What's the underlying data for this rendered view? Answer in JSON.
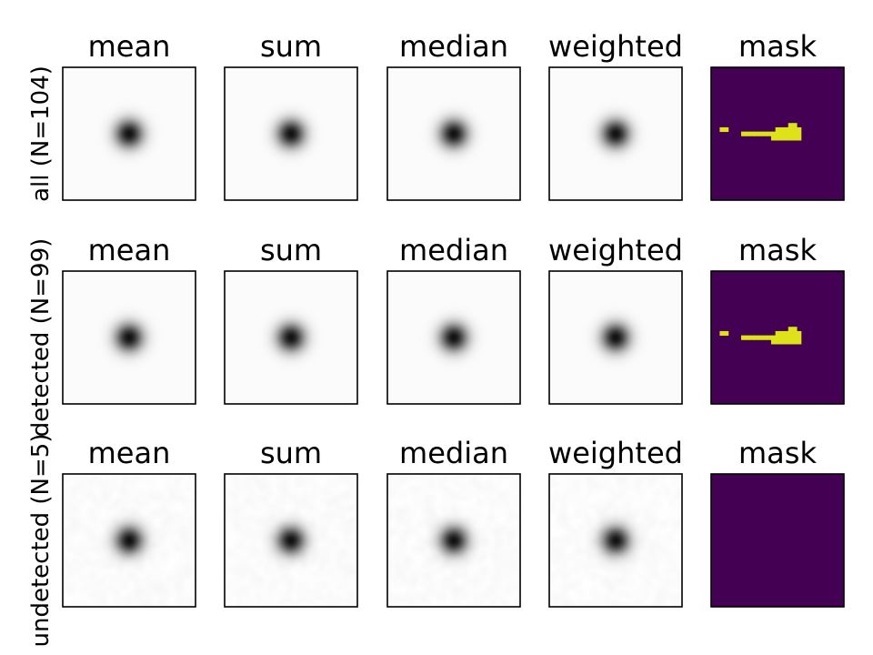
{
  "chart_data": {
    "type": "heatmap",
    "columns": [
      "mean",
      "sum",
      "median",
      "weighted",
      "mask"
    ],
    "rows": [
      {
        "label": "all (N=104)",
        "noise": 0.0,
        "mask_pixels": [
          [
            2,
            14
          ],
          [
            3,
            14
          ],
          [
            7,
            15
          ],
          [
            8,
            15
          ],
          [
            9,
            15
          ],
          [
            10,
            15
          ],
          [
            11,
            15
          ],
          [
            12,
            15
          ],
          [
            13,
            15
          ],
          [
            14,
            15
          ],
          [
            15,
            15
          ],
          [
            16,
            15
          ],
          [
            17,
            15
          ],
          [
            18,
            15
          ],
          [
            19,
            15
          ],
          [
            20,
            15
          ],
          [
            14,
            16
          ],
          [
            15,
            16
          ],
          [
            16,
            16
          ],
          [
            17,
            16
          ],
          [
            18,
            16
          ],
          [
            19,
            16
          ],
          [
            20,
            16
          ],
          [
            15,
            14
          ],
          [
            16,
            14
          ],
          [
            17,
            14
          ],
          [
            18,
            14
          ],
          [
            19,
            14
          ],
          [
            20,
            14
          ],
          [
            18,
            13
          ],
          [
            19,
            13
          ]
        ]
      },
      {
        "label": "detected (N=99)",
        "noise": 0.0,
        "mask_pixels": [
          [
            2,
            14
          ],
          [
            3,
            14
          ],
          [
            7,
            15
          ],
          [
            8,
            15
          ],
          [
            9,
            15
          ],
          [
            10,
            15
          ],
          [
            11,
            15
          ],
          [
            12,
            15
          ],
          [
            13,
            15
          ],
          [
            14,
            15
          ],
          [
            15,
            15
          ],
          [
            16,
            15
          ],
          [
            17,
            15
          ],
          [
            18,
            15
          ],
          [
            19,
            15
          ],
          [
            20,
            15
          ],
          [
            14,
            16
          ],
          [
            15,
            16
          ],
          [
            16,
            16
          ],
          [
            17,
            16
          ],
          [
            18,
            16
          ],
          [
            19,
            16
          ],
          [
            20,
            16
          ],
          [
            15,
            14
          ],
          [
            16,
            14
          ],
          [
            17,
            14
          ],
          [
            18,
            14
          ],
          [
            19,
            14
          ],
          [
            20,
            14
          ],
          [
            18,
            13
          ],
          [
            19,
            13
          ]
        ]
      },
      {
        "label": "undetected (N=5)",
        "noise": 0.04,
        "mask_pixels": []
      }
    ],
    "image_grid": 31,
    "psf_center": [
      15,
      15
    ],
    "psf_sigma_pixels": 2.2,
    "stack_colormap": "gray_r",
    "mask_colormap": {
      "off": "#440154",
      "on": "#dde318"
    }
  }
}
